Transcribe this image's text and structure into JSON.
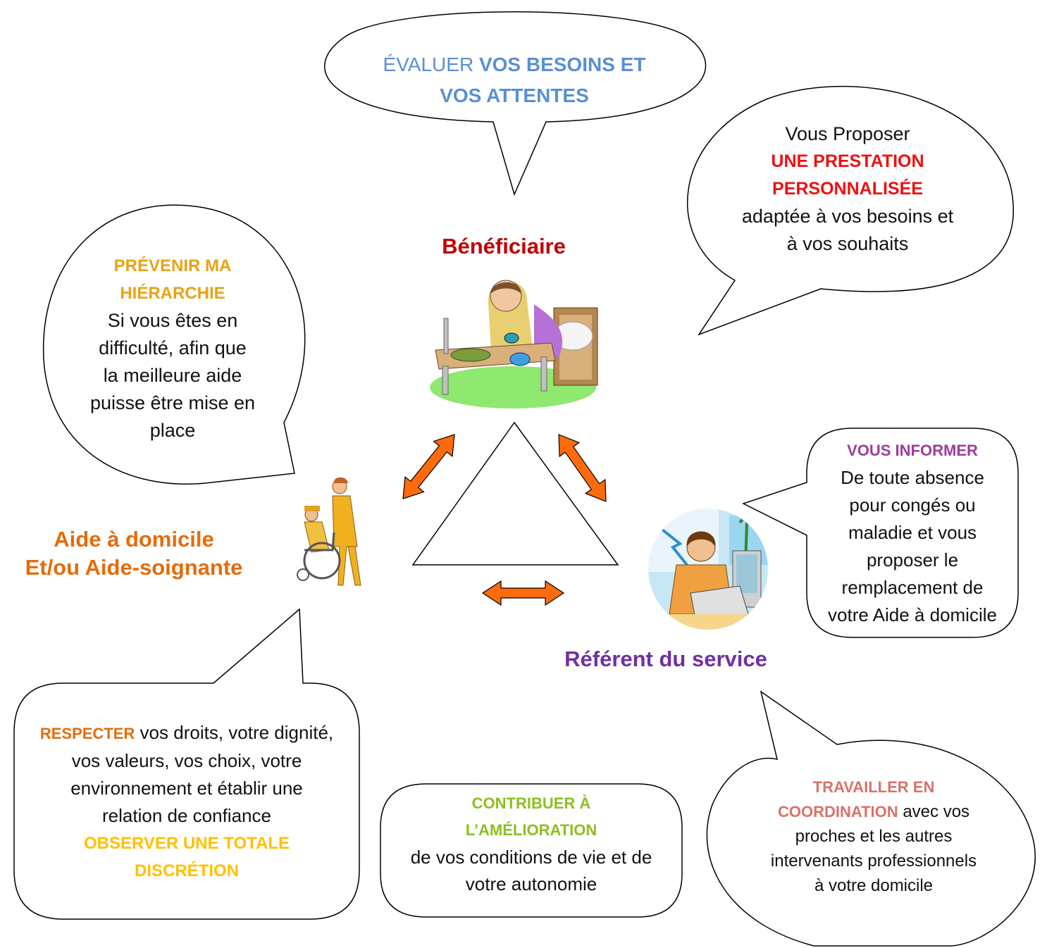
{
  "colors": {
    "blue": "#5b8fd1",
    "red": "#ee1111",
    "dark_red": "#c00000",
    "gold": "#e8a317",
    "orange": "#e46c0a",
    "purple": "#7030a0",
    "violet": "#9c3d9c",
    "green": "#8cbf1f",
    "yellow": "#ffc000",
    "rose": "#d9726b",
    "arrow": "#ff6a0d"
  },
  "roles": {
    "beneficiaire": "Bénéficiaire",
    "aide": [
      "Aide à domicile",
      "Et/ou Aide-soignante"
    ],
    "referent": "Référent du service"
  },
  "bubbles": {
    "evaluer": {
      "line1a": "ÉVALUER ",
      "line1b": "VOS BESOINS ET",
      "line2": "VOS ATTENTES"
    },
    "proposer": {
      "intro": "Vous Proposer",
      "highlight": [
        "UNE PRESTATION",
        "PERSONNALISÉE"
      ],
      "rest": [
        "adaptée à vos besoins et",
        "à vos souhaits"
      ]
    },
    "prevenir": {
      "highlight": [
        "PRÉVENIR MA",
        "HIÉRARCHIE"
      ],
      "rest": [
        "Si vous êtes en",
        "difficulté, afin que",
        "la meilleure aide",
        "puisse être mise en",
        "place"
      ]
    },
    "informer": {
      "highlight": "VOUS INFORMER",
      "rest": [
        "De toute absence",
        "pour congés ou",
        "maladie et vous",
        "proposer le",
        "remplacement de",
        "votre Aide à domicile"
      ]
    },
    "respecter": {
      "highlight": "RESPECTER",
      "rest1": " vos droits, votre dignité,",
      "rest": [
        "vos valeurs, vos choix, votre",
        "environnement et établir une",
        "relation de confiance"
      ],
      "highlight2": [
        "OBSERVER UNE TOTALE",
        "DISCRÉTION"
      ]
    },
    "contribuer": {
      "highlight": [
        "CONTRIBUER À",
        "L’AMÉLIORATION"
      ],
      "rest": [
        "de vos conditions de vie et de",
        "votre autonomie"
      ]
    },
    "travailler": {
      "highlight1": "TRAVAILLER EN",
      "highlight2": "COORDINATION",
      "rest1": " avec vos",
      "rest": [
        "proches et les autres",
        "intervenants professionnels",
        "à votre domicile"
      ]
    }
  },
  "illustrations": {
    "beneficiaire": "patient-eating-in-bed-clipart",
    "aide": "caregiver-pushing-wheelchair-clipart",
    "referent": "woman-on-phone-at-computer-clipart"
  }
}
